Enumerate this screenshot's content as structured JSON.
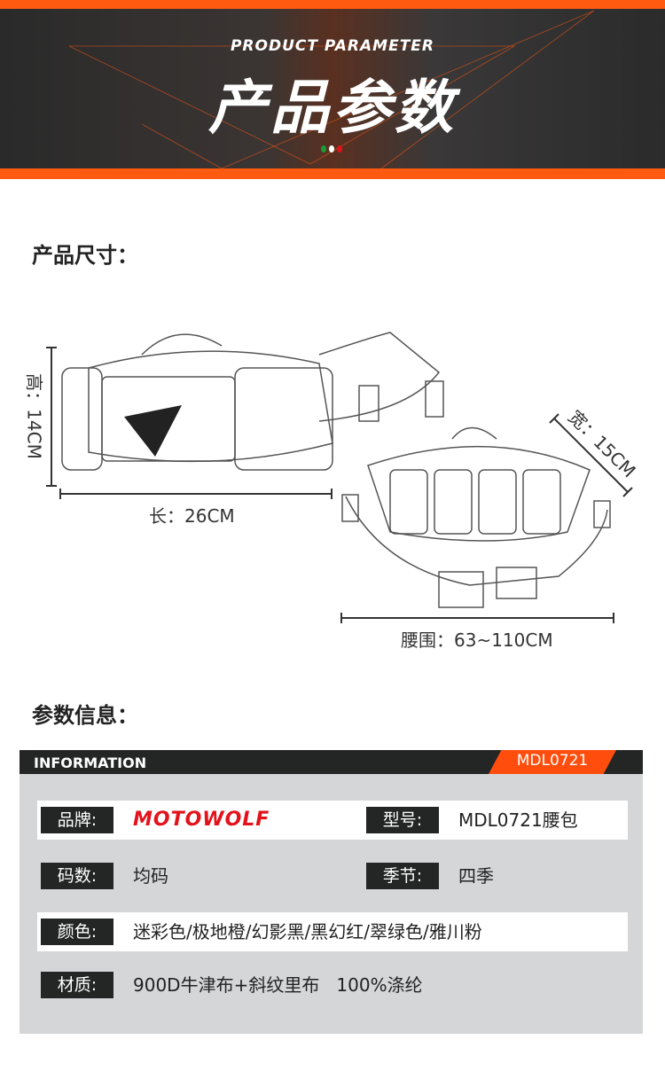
{
  "banner": {
    "subtitle": "PRODUCT PARAMETER",
    "title": "产品参数"
  },
  "size_section": {
    "title": "产品尺寸：",
    "height_label": "高：14CM",
    "length_label": "长：26CM",
    "width_label": "宽：15CM",
    "waist_label": "腰围：63~110CM"
  },
  "info_section": {
    "title": "参数信息：",
    "header": "INFORMATION",
    "model_tag": "MDL0721",
    "rows": [
      {
        "l1": "品牌:",
        "v1": "MOTOWOLF",
        "l2": "型号:",
        "v2": "MDL0721腰包"
      },
      {
        "l1": "码数:",
        "v1": "均码",
        "l2": "季节:",
        "v2": "四季"
      },
      {
        "l1": "颜色:",
        "v1": "迷彩色/极地橙/幻影黑/黑幻红/翠绿色/雅川粉"
      },
      {
        "l1": "材质:",
        "v1": "900D牛津布+斜纹里布   100%涤纶"
      }
    ]
  },
  "colors": {
    "accent": "#ff5a10",
    "dark": "#232625",
    "panel": "#d5d6d8"
  }
}
